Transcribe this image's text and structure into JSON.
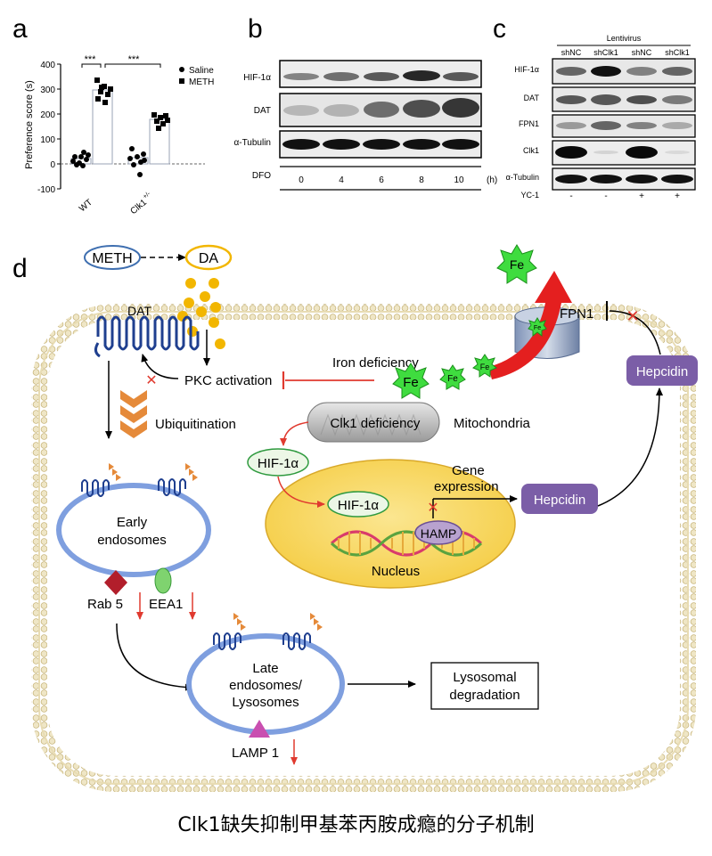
{
  "panels": {
    "a": {
      "letter": "a",
      "ylabel": "Preference score (s)",
      "yticks": [
        "400",
        "300",
        "200",
        "100",
        "0",
        "-100"
      ],
      "groups": [
        "WT",
        "Clk1",
        "+/-"
      ],
      "legend": [
        "Saline",
        "METH"
      ],
      "sig": [
        "***",
        "***"
      ]
    },
    "b": {
      "letter": "b",
      "rows": [
        "HIF-1α",
        "DAT",
        "α-Tubulin"
      ],
      "dfo_label": "DFO",
      "dfo_values": [
        "0",
        "4",
        "6",
        "8",
        "10"
      ],
      "unit": "(h)"
    },
    "c": {
      "letter": "c",
      "header": "Lentivirus",
      "columns": [
        "shNC",
        "shClk1",
        "shNC",
        "shClk1"
      ],
      "rows": [
        "HIF-1α",
        "DAT",
        "FPN1",
        "Clk1",
        "α-Tubulin"
      ],
      "yc_label": "YC-1",
      "yc_values": [
        "-",
        "-",
        "+",
        "+"
      ]
    },
    "d": {
      "letter": "d",
      "meth": "METH",
      "da": "DA",
      "dat": "DAT",
      "fe": "Fe",
      "fpn1": "FPN1",
      "pkc": "PKC activation",
      "iron_def": "Iron deficiency",
      "ubiquitination": "Ubiquitination",
      "clk1_def": "Clk1 deficiency",
      "mito": "Mitochondria",
      "hif": "HIF-1α",
      "hepcidin": "Hepcidin",
      "gene_expr_1": "Gene",
      "gene_expr_2": "expression",
      "hamp": "HAMP",
      "nucleus": "Nucleus",
      "early_1": "Early",
      "early_2": "endosomes",
      "rab5": "Rab 5",
      "eea1": "EEA1",
      "late_1": "Late",
      "late_2": "endosomes/",
      "late_3": "Lysosomes",
      "lamp1": "LAMP 1",
      "lyso_1": "Lysosomal",
      "lyso_2": "degradation"
    }
  },
  "caption": "Clk1缺失抑制甲基苯丙胺成瘾的分子机制",
  "colors": {
    "dat_blue": "#1f3f8f",
    "endosome_blue": "#7f9fdf",
    "hepcidin_purple": "#7b5ea7",
    "fe_green": "#3fdc3f",
    "inhibit_red": "#e03a2f",
    "da_yellow": "#f2b600",
    "nucleus_yellow": "#f7d35a",
    "membrane": "#d7c79a"
  }
}
